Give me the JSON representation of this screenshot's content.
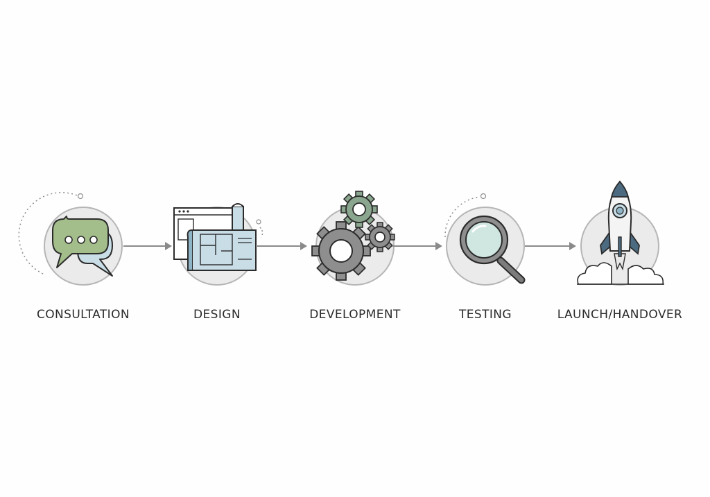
{
  "steps": [
    {
      "label": "CONSULTATION",
      "icon": "speech-bubbles-icon"
    },
    {
      "label": "DESIGN",
      "icon": "blueprint-icon"
    },
    {
      "label": "DEVELOPMENT",
      "icon": "gears-icon"
    },
    {
      "label": "TESTING",
      "icon": "magnifying-glass-icon"
    },
    {
      "label": "LAUNCH/HANDOVER",
      "icon": "rocket-icon"
    }
  ],
  "colors": {
    "circle_fill": "#ebebeb",
    "circle_stroke": "#b5b5b5",
    "outline": "#2b2b2b",
    "accent_green": "#a3bd8b",
    "accent_blue": "#c8dde6",
    "steel_blue": "#4c6a80",
    "gear_gray": "#8e8e8e",
    "gear_green": "#8aa68e",
    "arrow": "#8a8a8a"
  }
}
